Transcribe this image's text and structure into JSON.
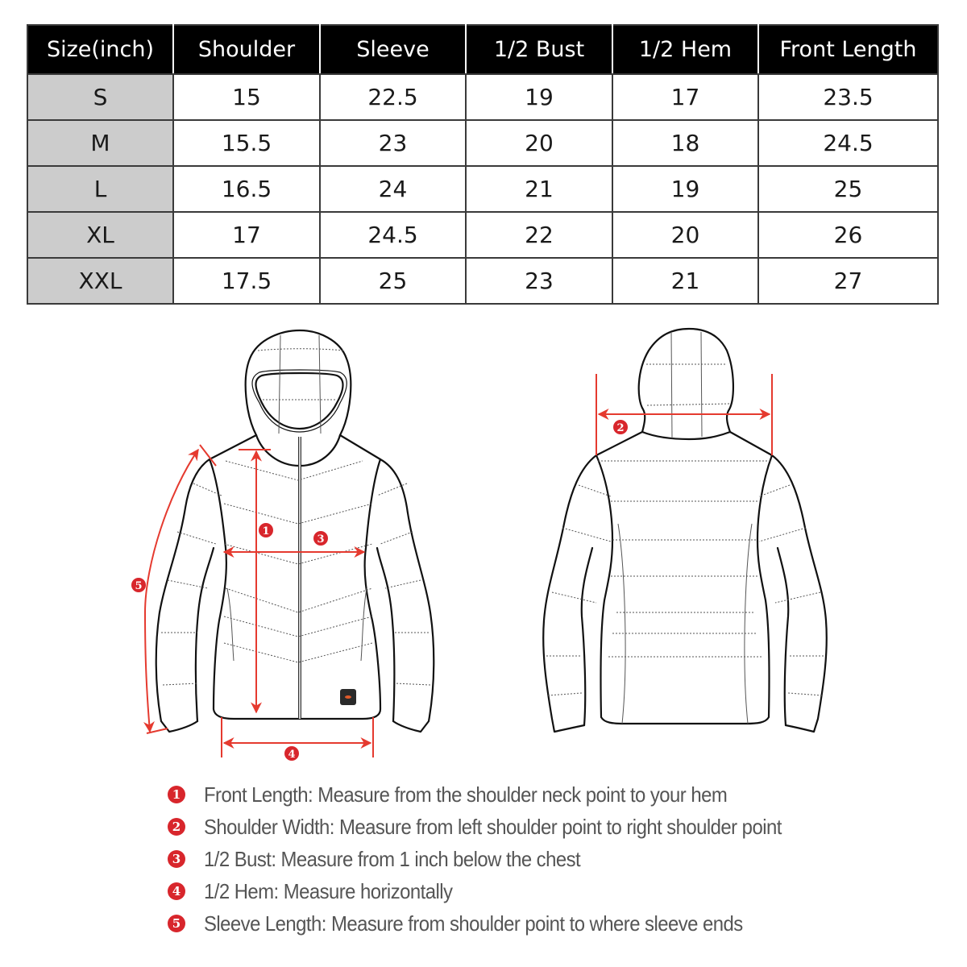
{
  "colors": {
    "header_bg": "#000000",
    "header_text": "#ffffff",
    "size_column_bg": "#cccccc",
    "grid_border": "#3a3a3a",
    "accent_red": "#d8262c",
    "legend_text": "#555555"
  },
  "size_chart": {
    "unit_note": "inch",
    "headers": [
      "Size(inch)",
      "Shoulder",
      "Sleeve",
      "1/2 Bust",
      "1/2 Hem",
      "Front Length"
    ],
    "rows": [
      {
        "size": "S",
        "shoulder": "15",
        "sleeve": "22.5",
        "half_bust": "19",
        "half_hem": "17",
        "front_length": "23.5"
      },
      {
        "size": "M",
        "shoulder": "15.5",
        "sleeve": "23",
        "half_bust": "20",
        "half_hem": "18",
        "front_length": "24.5"
      },
      {
        "size": "L",
        "shoulder": "16.5",
        "sleeve": "24",
        "half_bust": "21",
        "half_hem": "19",
        "front_length": "25"
      },
      {
        "size": "XL",
        "shoulder": "17",
        "sleeve": "24.5",
        "half_bust": "22",
        "half_hem": "20",
        "front_length": "26"
      },
      {
        "size": "XXL",
        "shoulder": "17.5",
        "sleeve": "25",
        "half_bust": "23",
        "half_hem": "21",
        "front_length": "27"
      }
    ]
  },
  "diagrams": {
    "front": {
      "markers": [
        {
          "number": "1",
          "measure": "front-length"
        },
        {
          "number": "3",
          "measure": "half-bust"
        },
        {
          "number": "4",
          "measure": "half-hem"
        },
        {
          "number": "5",
          "measure": "sleeve-length"
        }
      ]
    },
    "back": {
      "markers": [
        {
          "number": "2",
          "measure": "shoulder-width"
        }
      ]
    }
  },
  "legend": [
    {
      "number": "1",
      "text": "Front Length: Measure from the shoulder neck point to your hem"
    },
    {
      "number": "2",
      "text": "Shoulder Width: Measure from left shoulder point to right shoulder point"
    },
    {
      "number": "3",
      "text": "1/2 Bust: Measure from 1 inch below the chest"
    },
    {
      "number": "4",
      "text": "1/2 Hem: Measure horizontally"
    },
    {
      "number": "5",
      "text": "Sleeve Length: Measure from shoulder point to where sleeve ends"
    }
  ]
}
